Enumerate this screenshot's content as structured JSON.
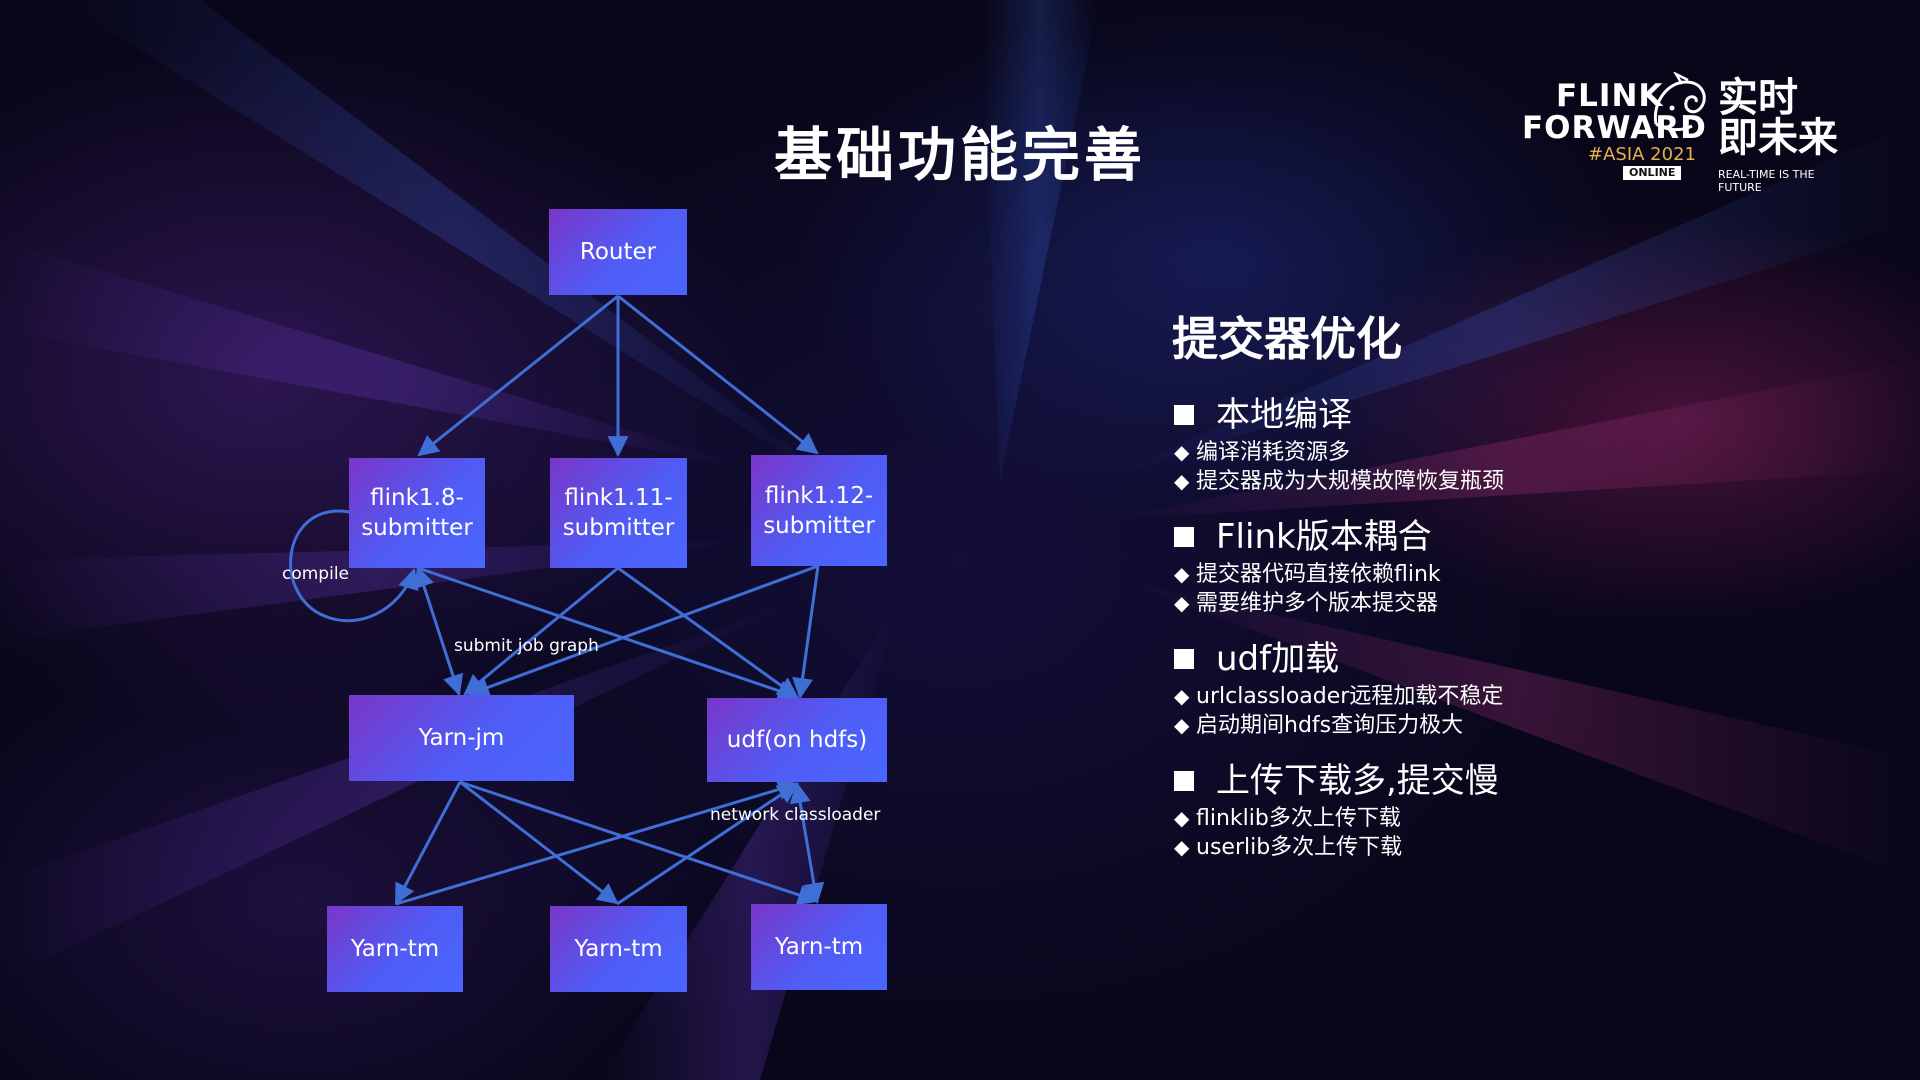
{
  "title": "基础功能完善",
  "logo": {
    "line1": "FLINK",
    "line2": "FORWARD",
    "event": "#ASIA 2021",
    "badge": "ONLINE",
    "cn_line1": "实时",
    "cn_line2": "即未来",
    "tagline": "REAL-TIME IS THE FUTURE"
  },
  "diagram": {
    "nodes": {
      "router": "Router",
      "flink18": "flink1.8-\nsubmitter",
      "flink111": "flink1.11-\nsubmitter",
      "flink112": "flink1.12-\nsubmitter",
      "yarn_jm": "Yarn-jm",
      "udf_hdfs": "udf(on hdfs)",
      "yarn_tm_1": "Yarn-tm",
      "yarn_tm_2": "Yarn-tm",
      "yarn_tm_3": "Yarn-tm"
    },
    "edge_labels": {
      "compile": "compile",
      "submit": "submit job graph",
      "network": "network classloader"
    },
    "colors": {
      "edge": "#3f6fd6",
      "node_start": "#7a36c8",
      "node_end": "#4a66ff"
    }
  },
  "panel": {
    "heading": "提交器优化",
    "sections": [
      {
        "title": "本地编译",
        "bullets": [
          "编译消耗资源多",
          "提交器成为大规模故障恢复瓶颈"
        ]
      },
      {
        "title": "Flink版本耦合",
        "bullets": [
          "提交器代码直接依赖flink",
          "需要维护多个版本提交器"
        ]
      },
      {
        "title": "udf加载",
        "bullets": [
          "urlclassloader远程加载不稳定",
          "启动期间hdfs查询压力极大"
        ]
      },
      {
        "title": "上传下载多,提交慢",
        "bullets": [
          "flinklib多次上传下载",
          "userlib多次上传下载"
        ]
      }
    ]
  }
}
